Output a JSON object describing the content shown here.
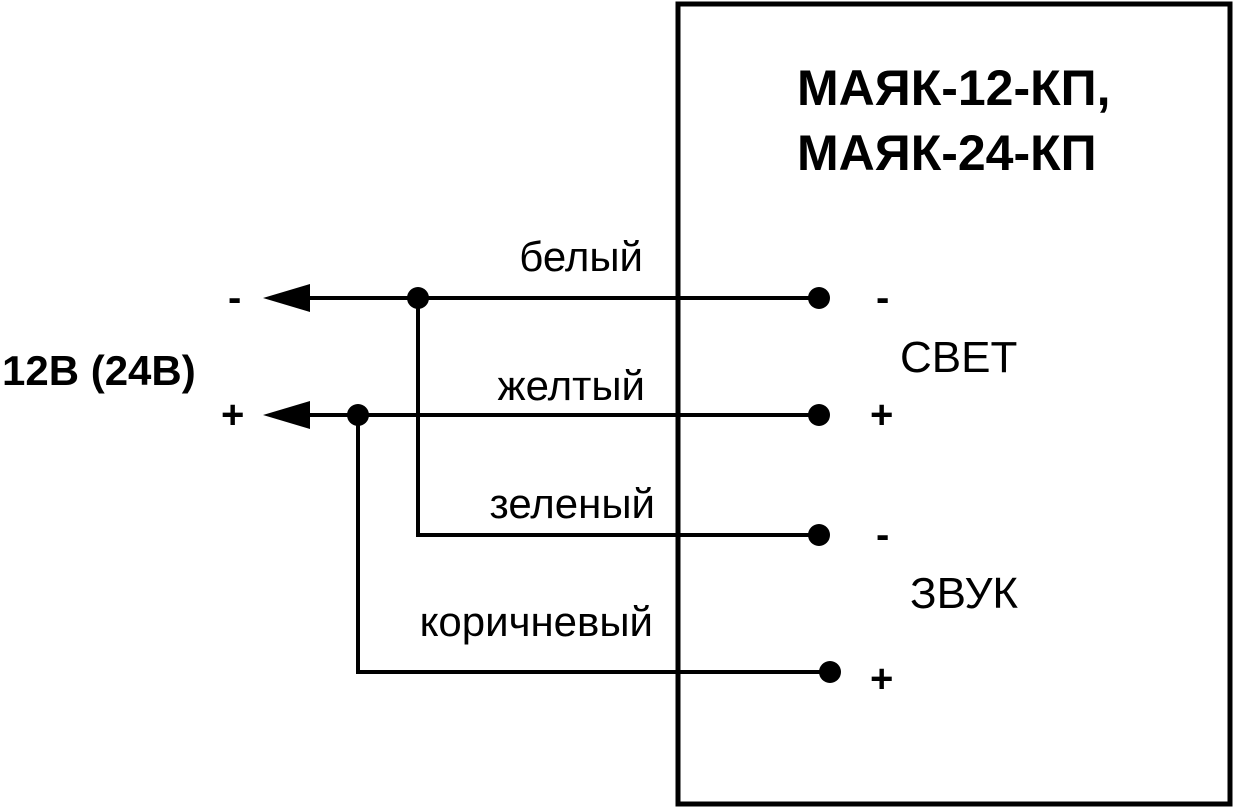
{
  "device": {
    "title_line1": "МАЯК-12-КП,",
    "title_line2": "МАЯК-24-КП"
  },
  "supply": {
    "label": "12В (24В)",
    "minus": "-",
    "plus": "+"
  },
  "wires": [
    {
      "color_name": "белый"
    },
    {
      "color_name": "желтый"
    },
    {
      "color_name": "зеленый"
    },
    {
      "color_name": "коричневый"
    }
  ],
  "terminals": {
    "light": {
      "label": "СВЕТ",
      "minus": "-",
      "plus": "+"
    },
    "sound": {
      "label": "ЗВУК",
      "minus": "-",
      "plus": "+"
    }
  },
  "colors": {
    "ink": "#000000",
    "background": "#ffffff"
  }
}
